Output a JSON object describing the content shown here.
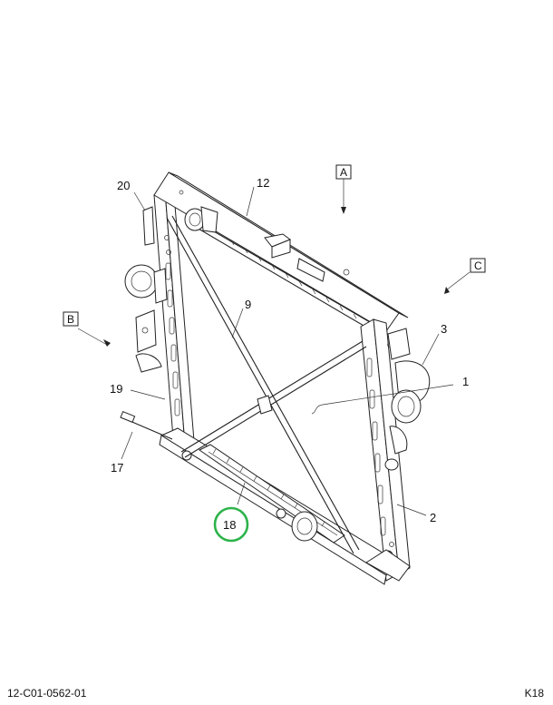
{
  "callouts": {
    "c1": "1",
    "c2": "2",
    "c3": "3",
    "c9": "9",
    "c12": "12",
    "c17": "17",
    "c18": "18",
    "c19": "19",
    "c20": "20"
  },
  "view_labels": {
    "a": "A",
    "b": "B",
    "c": "C"
  },
  "footer": {
    "doc_id": "12-C01-0562-01",
    "page_code": "K18"
  },
  "colors": {
    "highlight": "#2db34a",
    "line": "#222222"
  }
}
